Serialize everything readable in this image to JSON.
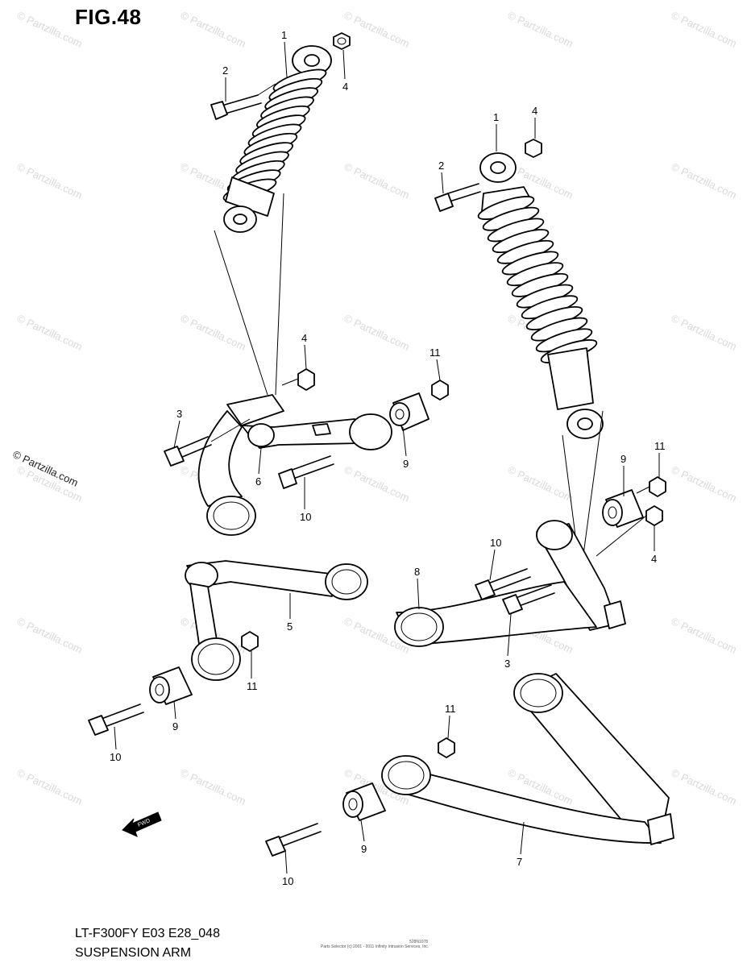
{
  "figure": {
    "title": "FIG.48",
    "model_code": "LT-F300FY E03 E28_048",
    "section_name": "SUSPENSION ARM",
    "credit": "© Partzilla.com",
    "watermark": "© Partzilla.com",
    "tiny_code": "528N1078",
    "tiny_copyright": "Parts Selector (c) 2001 - 2011 Infinity Intrusion Services, Inc."
  },
  "fwd_label": "FWD",
  "callouts": [
    "1",
    "2",
    "3",
    "4",
    "5",
    "6",
    "7",
    "8",
    "9",
    "10",
    "11"
  ],
  "colors": {
    "ink": "#000000",
    "watermark": "#d9d9d9",
    "background": "#ffffff"
  }
}
